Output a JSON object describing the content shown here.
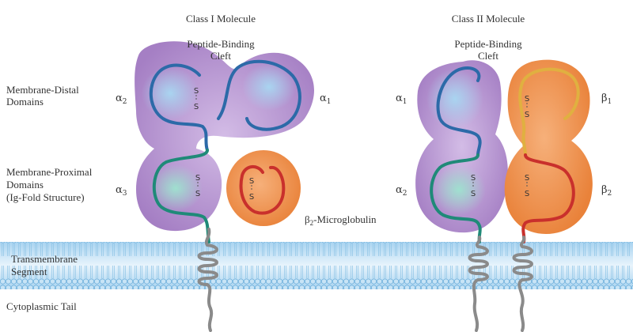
{
  "class1": {
    "title": "Class I Molecule",
    "cleft": [
      "Peptide-Binding",
      "Cleft"
    ],
    "domains": {
      "a1": "α",
      "a1_sub": "1",
      "a2": "α",
      "a2_sub": "2",
      "a3": "α",
      "a3_sub": "3"
    },
    "b2m": {
      "prefix": "β",
      "sub": "2",
      "suffix": "-Microglobulin"
    }
  },
  "class2": {
    "title": "Class II Molecule",
    "cleft": [
      "Peptide-Binding",
      "Cleft"
    ],
    "domains": {
      "a1": "α",
      "a1_sub": "1",
      "a2": "α",
      "a2_sub": "2",
      "b1": "β",
      "b1_sub": "1",
      "b2": "β",
      "b2_sub": "2"
    }
  },
  "left_labels": {
    "distal": [
      "Membrane-Distal",
      "Domains"
    ],
    "proximal": [
      "Membrane-Proximal",
      "Domains",
      "(Ig-Fold Structure)"
    ],
    "transmembrane": [
      "Transmembrane",
      "Segment"
    ],
    "cytoplasmic": "Cytoplasmic Tail"
  },
  "disulfide": "S",
  "colors": {
    "purple": "#b58fd0",
    "orange": "#ef8f4a",
    "membrane": "#bfe0f5",
    "blue_strand": "#2c6aa8",
    "green_strand": "#1f8a78",
    "red_strand": "#c9302c",
    "yellow_strand": "#e0b040"
  }
}
